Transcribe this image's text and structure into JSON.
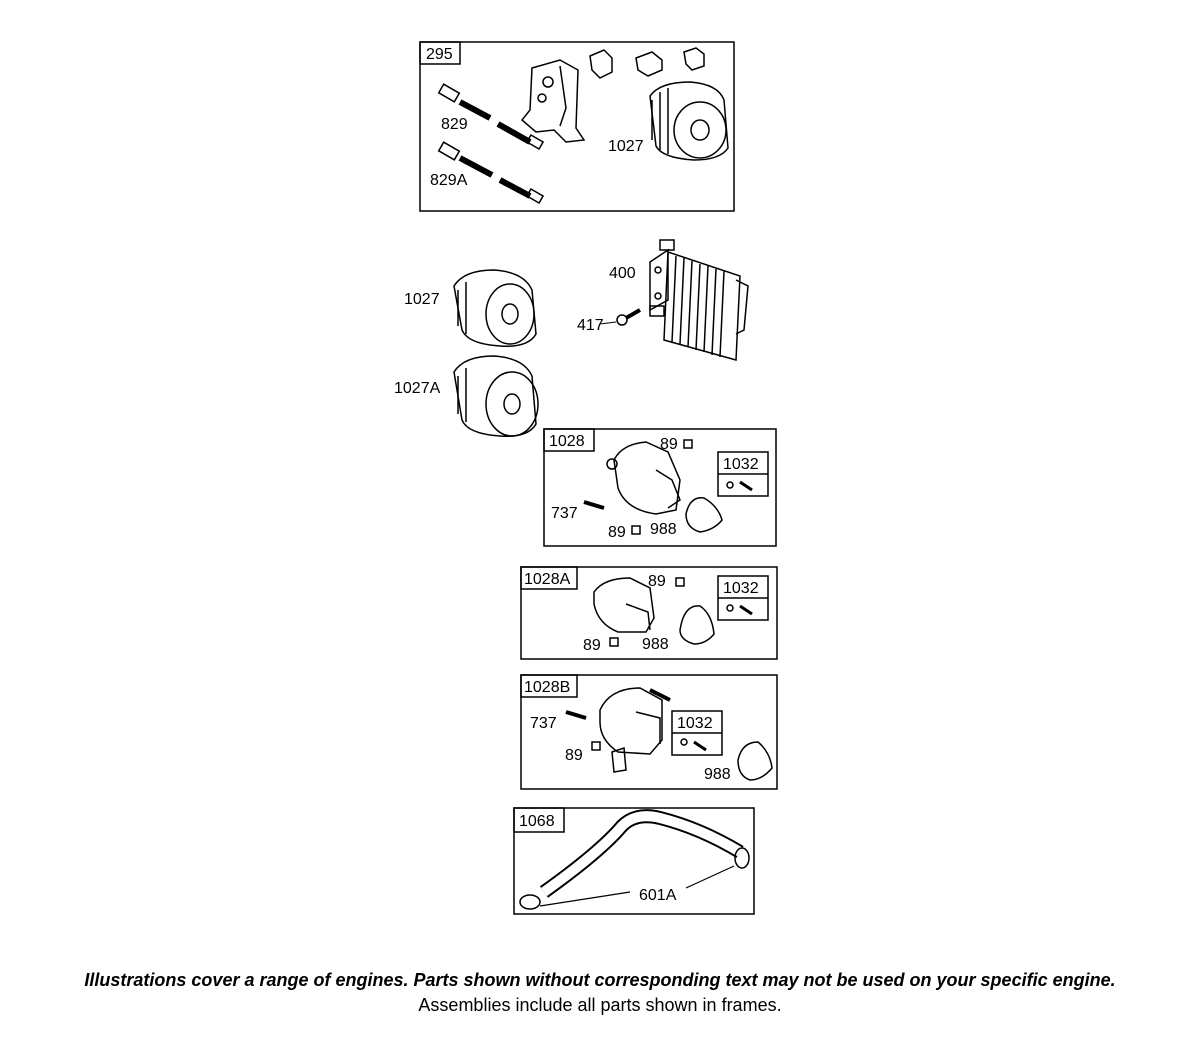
{
  "frames": {
    "f295": "295",
    "f1028": "1028",
    "f1028a": "1028A",
    "f1028b": "1028B",
    "f1068": "1068",
    "sub1032": "1032"
  },
  "parts": {
    "p829": "829",
    "p829a": "829A",
    "p1027": "1027",
    "p1027a": "1027A",
    "p400": "400",
    "p417": "417",
    "p89": "89",
    "p737": "737",
    "p988": "988",
    "p601a": "601A"
  },
  "footer": {
    "disclaimer": "Illustrations cover a range of engines. Parts shown without corresponding text may not be used on your specific engine.",
    "note": "Assemblies include all parts shown in frames."
  }
}
